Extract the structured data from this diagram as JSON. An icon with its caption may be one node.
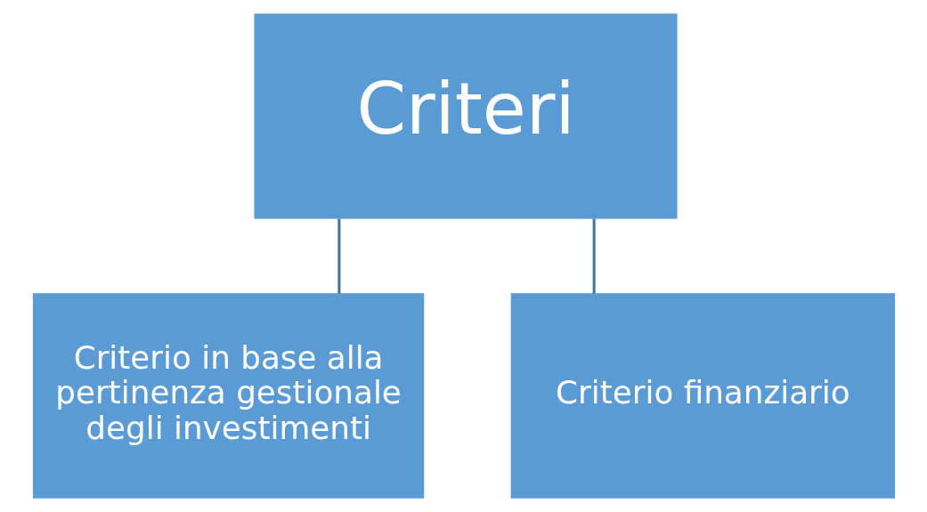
{
  "diagram": {
    "nodes": [
      {
        "text": [
          "Criteri"
        ]
      },
      {
        "text": [
          "Criterio in base alla pertinenza gestionale degli investimenti"
        ]
      },
      {
        "text": [
          "Criterio finanziario"
        ]
      }
    ],
    "edges": [
      {
        "from": 0,
        "to": 1,
        "arrow": "none"
      },
      {
        "from": 0,
        "to": 2,
        "arrow": "none"
      }
    ]
  }
}
